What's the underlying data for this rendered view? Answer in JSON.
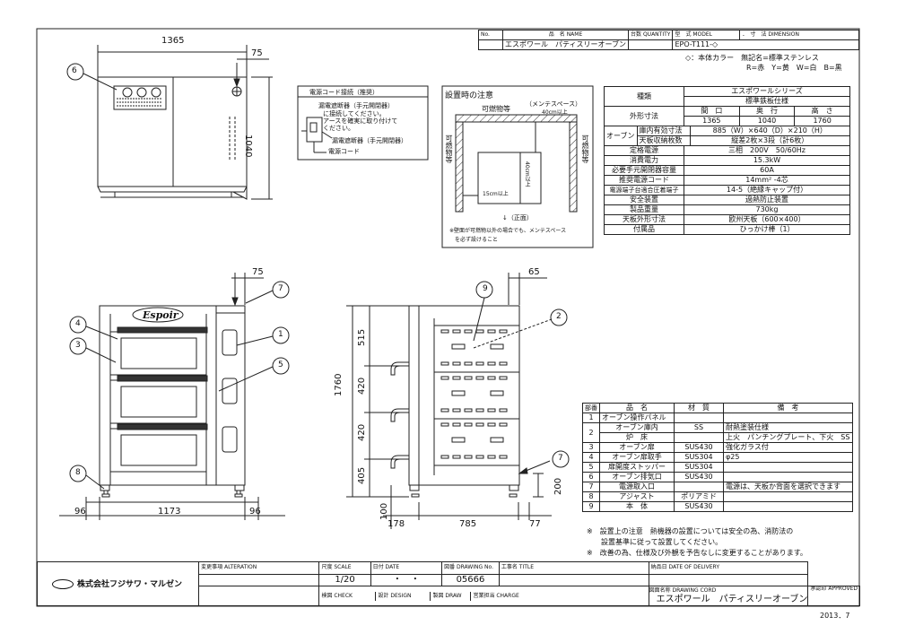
{
  "header": {
    "no_label": "No.",
    "name_label": "品　名 NAME",
    "qty_label": "台数 QUANTITY",
    "model_label": "型　式 MODEL",
    "dim_label": "．　寸　法 DIMENSION",
    "product_name": "エスポワール　パティスリーオーブン",
    "model": "EPO-T111-◇",
    "color_note1": "◇：本体カラー　無記名=標準ステンレス",
    "color_note2": "R=赤　Y=黄　W=白　B=黒"
  },
  "dims": {
    "top_width": "1365",
    "top_75": "75",
    "top_height": "1040",
    "front_75": "75",
    "front_96l": "96",
    "front_1173": "1173",
    "front_96r": "96",
    "side_65": "65",
    "side_1760": "1760",
    "side_515": "515",
    "side_420a": "420",
    "side_420b": "420",
    "side_405": "405",
    "side_200": "200",
    "side_100": "100",
    "side_178": "178",
    "side_785": "785",
    "side_77": "77"
  },
  "callouts": [
    "1",
    "2",
    "3",
    "4",
    "5",
    "6",
    "7",
    "7",
    "8",
    "9"
  ],
  "brand_script": "Espoir",
  "power": {
    "title": "電源コード接続（推奨）",
    "lines": [
      "漏電遮断器（手元開閉器）",
      "に接続してください。",
      "アースを確実に取り付けて",
      "ください。"
    ],
    "label1": "漏電遮断器（手元開閉器）",
    "label2": "電源コード"
  },
  "install": {
    "title": "設置時の注意",
    "maint": "（メンテスペース）",
    "combust_top": "可燃物等",
    "cm40_top": "40cm以上",
    "left_vert": "可燃物等",
    "right_vert": "可燃物等",
    "cm40_side": "40cm以上",
    "cm15": "15cm以上",
    "front": "↓（正面）",
    "note1": "※壁面が可燃物以外の場合でも、メンテスペース",
    "note2": "を必ず設けること"
  },
  "spec": {
    "type_label": "種類",
    "type_v1": "エスポワールシリーズ",
    "type_v2": "標準鉄板仕様",
    "dim_label": "外形寸法",
    "dim_cols": [
      "間　口",
      "奥　行",
      "高　さ"
    ],
    "dim_vals": [
      "1365",
      "1040",
      "1760"
    ],
    "oven_label": "オーブン",
    "inner_label": "庫内有効寸法",
    "inner_val": "885（W）×640（D）×210（H）",
    "tray_label": "天板収納枚数",
    "tray_val": "縦差2枚×3段（計6枚）",
    "rows": [
      [
        "定格電源",
        "三相　200V　50/60Hz"
      ],
      [
        "消費電力",
        "15.3kW"
      ],
      [
        "必要手元開閉器容量",
        "60A"
      ],
      [
        "推奨電源コード",
        "14mm² -4芯"
      ],
      [
        "電源端子台適合圧着端子",
        "14-5（絶縁キャップ付）"
      ],
      [
        "安全装置",
        "過熱防止装置"
      ],
      [
        "製品重量",
        "730kg"
      ],
      [
        "天板外形寸法",
        "欧州天板（600×400）"
      ],
      [
        "付属品",
        "ひっかけ棒（1）"
      ]
    ]
  },
  "parts": {
    "headers": [
      "部番",
      "品　名",
      "材　質",
      "備　考"
    ],
    "rows": [
      [
        "1",
        "オーブン操作パネル",
        "",
        ""
      ],
      [
        "2",
        "オーブン庫内",
        "SS",
        "耐熱塗装仕様"
      ],
      [
        "",
        "炉　床",
        "",
        "上火　パンチングプレート、下火　SS"
      ],
      [
        "3",
        "オーブン扉",
        "SUS430",
        "強化ガラス付"
      ],
      [
        "4",
        "オーブン扉取手",
        "SUS304",
        "φ25"
      ],
      [
        "5",
        "扉開度ストッパー",
        "SUS304",
        ""
      ],
      [
        "6",
        "オーブン排気口",
        "SUS430",
        ""
      ],
      [
        "7",
        "電源取入口",
        "",
        "電源は、天板か背面を選択できます"
      ],
      [
        "8",
        "アジャスト",
        "ポリアミド",
        ""
      ],
      [
        "9",
        "本　体",
        "SUS430",
        ""
      ]
    ]
  },
  "notes": [
    "※　設置上の注意　熱機器の設置については安全の為、消防法の",
    "　　設置基準に従って設置してください。",
    "※　改善の為、仕様及び外観を予告なしに変更することがあります。"
  ],
  "titleblock": {
    "company": "株式会社フジサワ・マルゼン",
    "change_label": "変更事項 ALTERATION",
    "scale_label": "尺度 SCALE",
    "scale_val": "1/20",
    "date_label": "日付 DATE",
    "date_val": "・　・",
    "drawno_label": "図番 DRAWING No.",
    "drawno_val": "05666",
    "work_label": "工事名 TITLE",
    "delivery_label": "納品日 DATE OF DELIVERY",
    "check_label": "検図 CHECK",
    "design_label": "設計 DESIGN",
    "draw_label": "製図 DRAW",
    "sales_label": "営業担当 CHARGE",
    "drawname_label": "図面名称 DRAWING CORD",
    "drawname_val": "エスポワール　パティスリーオーブン",
    "approve_label": "承認印 APPROVED",
    "year": "2013．7"
  }
}
